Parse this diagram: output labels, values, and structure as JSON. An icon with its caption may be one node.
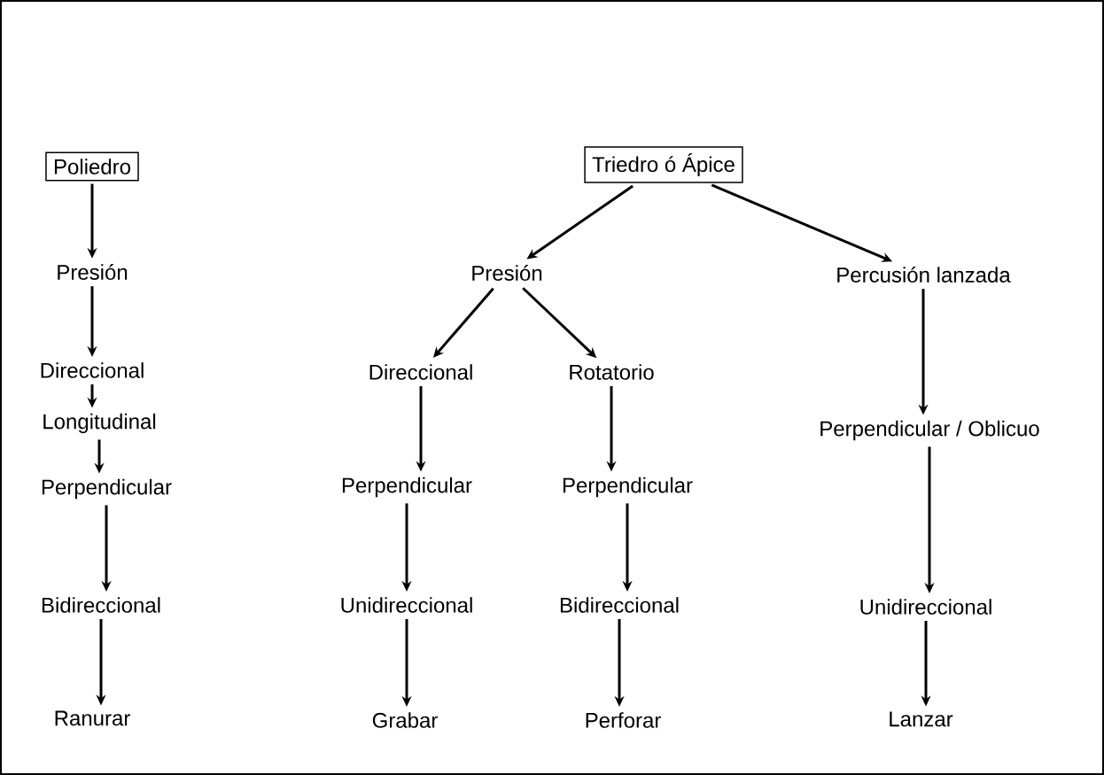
{
  "diagram": {
    "nodes": [
      {
        "text": [
          "Poliedro"
        ]
      },
      {
        "text": [
          "Presión"
        ]
      },
      {
        "text": [
          "Direccional"
        ]
      },
      {
        "text": [
          "Longitudinal"
        ]
      },
      {
        "text": [
          "Perpendicular"
        ]
      },
      {
        "text": [
          "Bidireccional"
        ]
      },
      {
        "text": [
          "Ranurar"
        ]
      },
      {
        "text": [
          "Triedro ó Ápice"
        ]
      },
      {
        "text": [
          "Presión"
        ]
      },
      {
        "text": [
          "Percusión lanzada"
        ]
      },
      {
        "text": [
          "Direccional"
        ]
      },
      {
        "text": [
          "Rotatorio"
        ]
      },
      {
        "text": [
          "Perpendicular"
        ]
      },
      {
        "text": [
          "Perpendicular"
        ]
      },
      {
        "text": [
          "Perpendicular / Oblicuo"
        ]
      },
      {
        "text": [
          "Unidireccional"
        ]
      },
      {
        "text": [
          "Bidireccional"
        ]
      },
      {
        "text": [
          "Unidireccional"
        ]
      },
      {
        "text": [
          "Grabar"
        ]
      },
      {
        "text": [
          "Perforar"
        ]
      },
      {
        "text": [
          "Lanzar"
        ]
      }
    ],
    "edges": [
      {
        "from": 0,
        "to": 1,
        "arrow": "to"
      },
      {
        "from": 1,
        "to": 2,
        "arrow": "to"
      },
      {
        "from": 2,
        "to": 3,
        "arrow": "to"
      },
      {
        "from": 3,
        "to": 4,
        "arrow": "to"
      },
      {
        "from": 4,
        "to": 5,
        "arrow": "to"
      },
      {
        "from": 5,
        "to": 6,
        "arrow": "to"
      },
      {
        "from": 7,
        "to": 8,
        "arrow": "to"
      },
      {
        "from": 7,
        "to": 9,
        "arrow": "to"
      },
      {
        "from": 8,
        "to": 10,
        "arrow": "to"
      },
      {
        "from": 8,
        "to": 11,
        "arrow": "to"
      },
      {
        "from": 10,
        "to": 12,
        "arrow": "to"
      },
      {
        "from": 11,
        "to": 13,
        "arrow": "to"
      },
      {
        "from": 9,
        "to": 14,
        "arrow": "to"
      },
      {
        "from": 12,
        "to": 15,
        "arrow": "to"
      },
      {
        "from": 13,
        "to": 16,
        "arrow": "to"
      },
      {
        "from": 14,
        "to": 17,
        "arrow": "to"
      },
      {
        "from": 15,
        "to": 18,
        "arrow": "to"
      },
      {
        "from": 16,
        "to": 19,
        "arrow": "to"
      },
      {
        "from": 17,
        "to": 20,
        "arrow": "to"
      }
    ]
  }
}
